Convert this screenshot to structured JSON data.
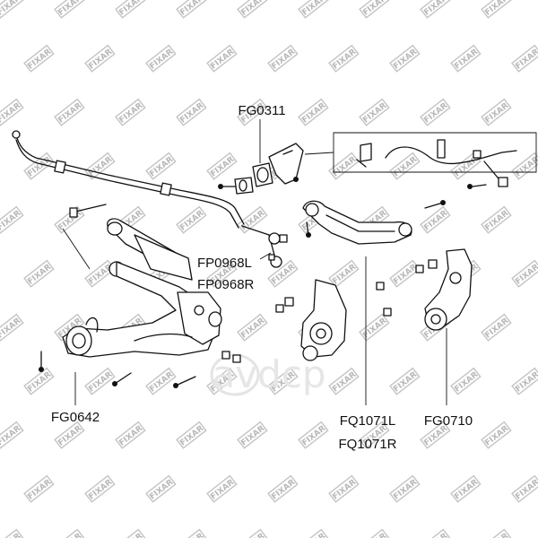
{
  "watermark": {
    "text": "FIXAR"
  },
  "logo": {
    "text": "avdcp"
  },
  "labels": {
    "fg0311": "FG0311",
    "fp0968l": "FP0968L",
    "fp0968r": "FP0968R",
    "fg0642": "FG0642",
    "fq1071l": "FQ1071L",
    "fq1071r": "FQ1071R",
    "fg0710": "FG0710"
  },
  "colors": {
    "line": "#111111",
    "watermark": "#b8b8b8",
    "background": "#ffffff"
  }
}
